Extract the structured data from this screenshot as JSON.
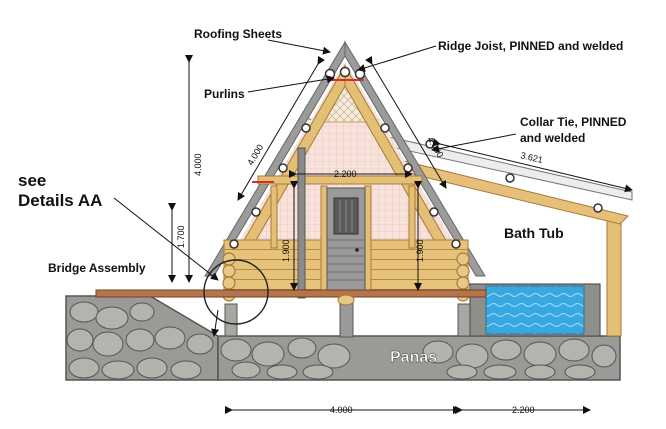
{
  "labels": {
    "roofing_sheets": "Roofing Sheets",
    "ridge_joist": "Ridge Joist, PINNED and welded",
    "purlins": "Purlins",
    "collar_tie_line1": "Collar Tie, PINNED",
    "collar_tie_line2": "and welded",
    "see": "see",
    "details_aa": "Details AA",
    "bath_tub": "Bath Tub",
    "bridge_assembly": "Bridge Assembly",
    "panas": "Panas"
  },
  "dimensions": {
    "height_total": "4.000",
    "height_low": "1.700",
    "rafter_left": "4.000",
    "rafter_right": "4.000",
    "collar_span": "2.200",
    "wall_left": "1.900",
    "wall_right": "1.900",
    "bath_roof": "3.621",
    "base_width": "4.000",
    "tub_width": "2.200"
  },
  "colors": {
    "roof_gray": "#8e8e8e",
    "timber": "#e2b86a",
    "timber_dark": "#c98f3e",
    "gable_fill": "#f7e6dc",
    "water": "#3aa8e0",
    "stone": "#8a8a86",
    "deck": "#b5754a",
    "door": "#8a8a8a"
  }
}
